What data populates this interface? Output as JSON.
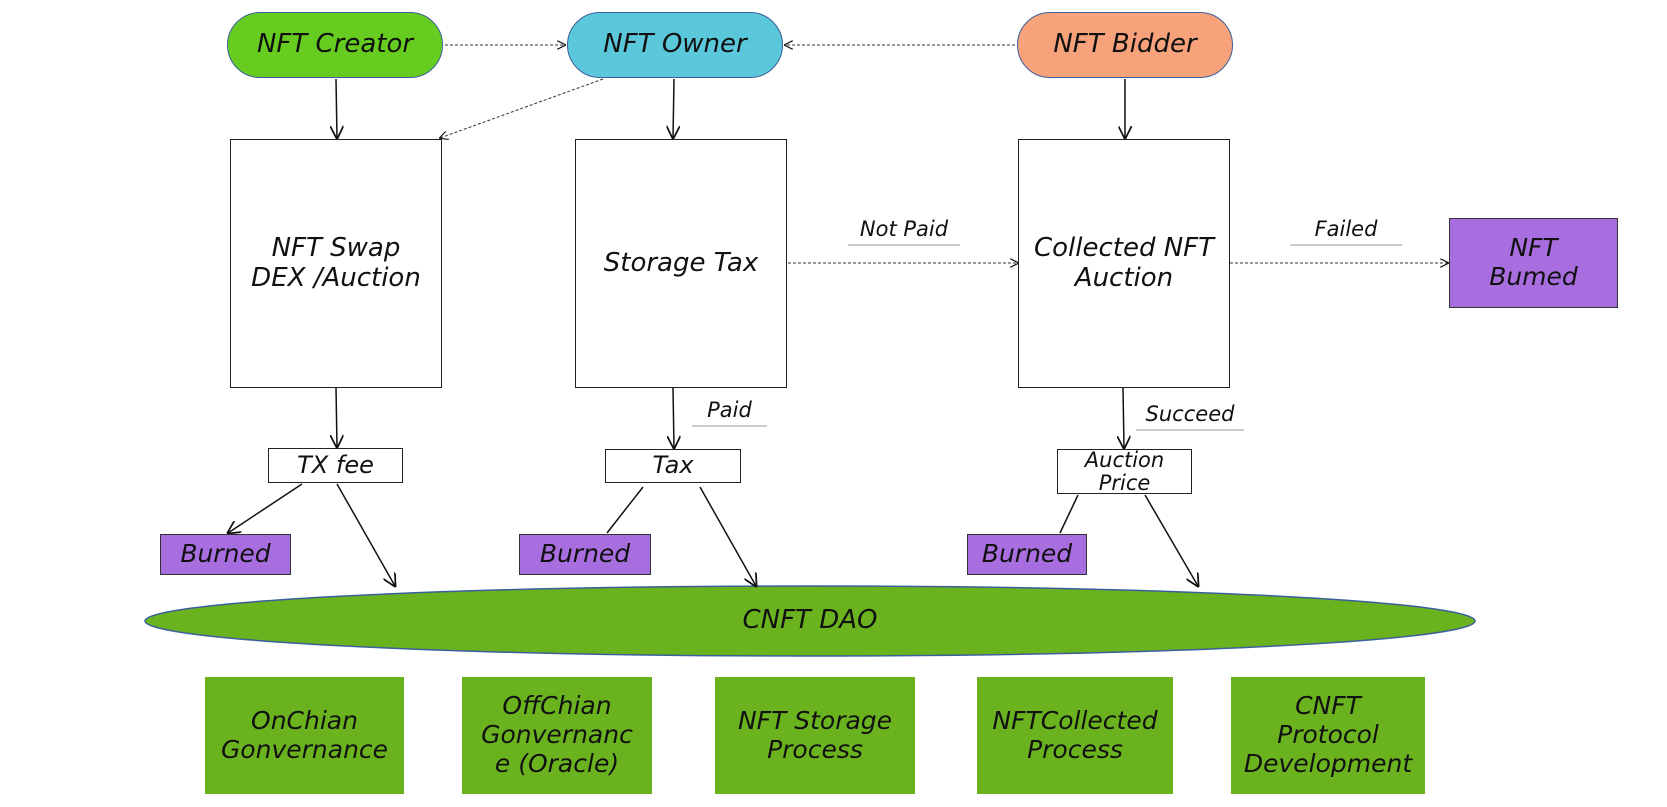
{
  "actors": {
    "creator": {
      "label": "NFT Creator",
      "color": "#66cc1f"
    },
    "owner": {
      "label": "NFT Owner",
      "color": "#5bc7db"
    },
    "bidder": {
      "label": "NFT Bidder",
      "color": "#f7a27a"
    }
  },
  "processes": {
    "swap": "NFT Swap\nDEX /Auction",
    "storage_tax": "Storage Tax",
    "auction": "Collected NFT\nAuction",
    "burned_nft": "NFT\nBumed"
  },
  "fees": {
    "tx_fee": "TX fee",
    "tax": "Tax",
    "auction_price": "Auction\nPrice"
  },
  "burned": [
    "Burned",
    "Burned",
    "Burned"
  ],
  "edge_labels": {
    "not_paid": "Not Paid",
    "failed": "Failed",
    "paid": "Paid",
    "succeed": "Succeed"
  },
  "dao": {
    "label": "CNFT DAO",
    "color": "#6ab31f"
  },
  "modules": [
    "OnChian\nGonvernance",
    "OffChian\nGonvernanc\ne  (Oracle)",
    "NFT Storage\nProcess",
    "NFTCollected\nProcess",
    "CNFT\nProtocol\nDevelopment"
  ]
}
